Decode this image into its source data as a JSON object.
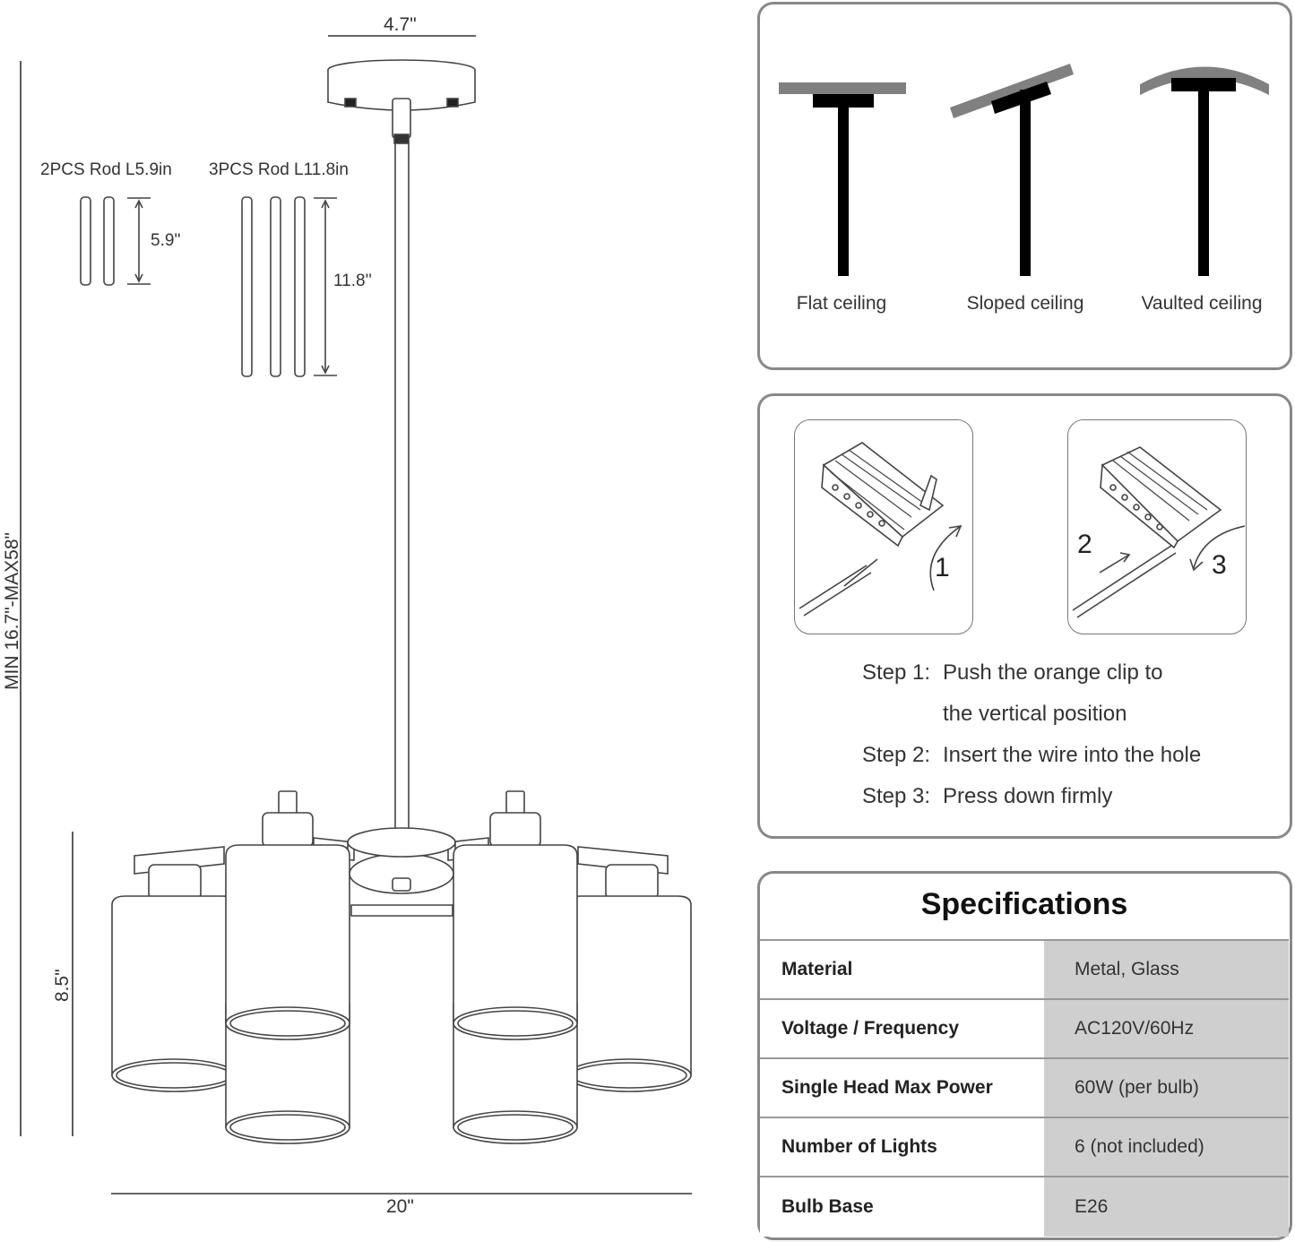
{
  "dimensions": {
    "canopy_width": "4.7\"",
    "total_height": "MIN 16.7\"-MAX58\"",
    "fixture_height": "8.5\"",
    "fixture_width": "20\""
  },
  "rods": {
    "short_set": {
      "label": "2PCS Rod L5.9in",
      "length": "5.9''"
    },
    "long_set": {
      "label": "3PCS Rod L11.8in",
      "length": "11.8''"
    }
  },
  "ceiling_types": [
    {
      "label": "Flat ceiling"
    },
    {
      "label": "Sloped ceiling"
    },
    {
      "label": "Vaulted ceiling"
    }
  ],
  "wiring": {
    "figure_numbers": [
      "1",
      "2",
      "3"
    ],
    "steps": [
      {
        "key": "Step 1:",
        "text": "Push the orange clip to"
      },
      {
        "key": "",
        "text": "the vertical position"
      },
      {
        "key": "Step 2:",
        "text": "Insert the wire into the hole"
      },
      {
        "key": "Step 3:",
        "text": "Press down firmly"
      }
    ]
  },
  "specifications": {
    "title": "Specifications",
    "rows": [
      {
        "label": "Material",
        "value": "Metal, Glass"
      },
      {
        "label": "Voltage / Frequency",
        "value": "AC120V/60Hz"
      },
      {
        "label": "Single Head Max Power",
        "value": "60W (per bulb)"
      },
      {
        "label": "Number of Lights",
        "value": "6 (not included)"
      },
      {
        "label": "Bulb Base",
        "value": "E26"
      }
    ]
  },
  "colors": {
    "panel_border": "#888888",
    "spec_value_bg": "#cfcfcf",
    "ceiling_gray": "#808080",
    "stem": "#000000"
  }
}
